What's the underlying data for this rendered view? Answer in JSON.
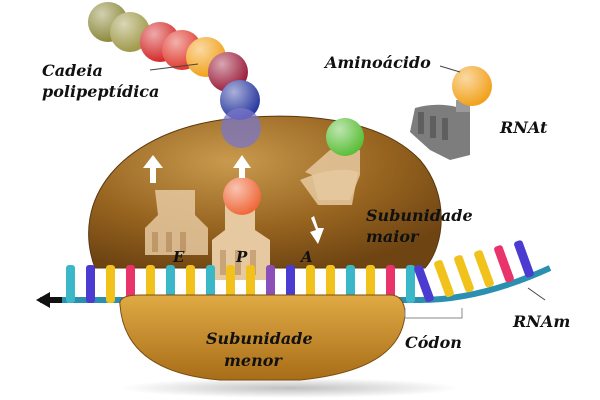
{
  "labels": {
    "chain_line1": "Cadeia",
    "chain_line2": "polipeptídica",
    "amino_acid": "Aminoácido",
    "trna": "RNAt",
    "large_line1": "Subunidade",
    "large_line2": "maior",
    "small_line1": "Subunidade",
    "small_line2": "menor",
    "site_e": "E",
    "site_p": "P",
    "site_a": "A",
    "mrna": "RNAm",
    "codon": "Códon"
  },
  "colors": {
    "large_subunit": "#8a5a1c",
    "small_subunit": "#c48a2a",
    "trna": "#e6c9a0",
    "free_trna": "#7d7d7d",
    "mrna_backbone": "#2a8fb0",
    "amino_acid": "#f2a21c",
    "incoming_amino": "#5cbf3a"
  }
}
